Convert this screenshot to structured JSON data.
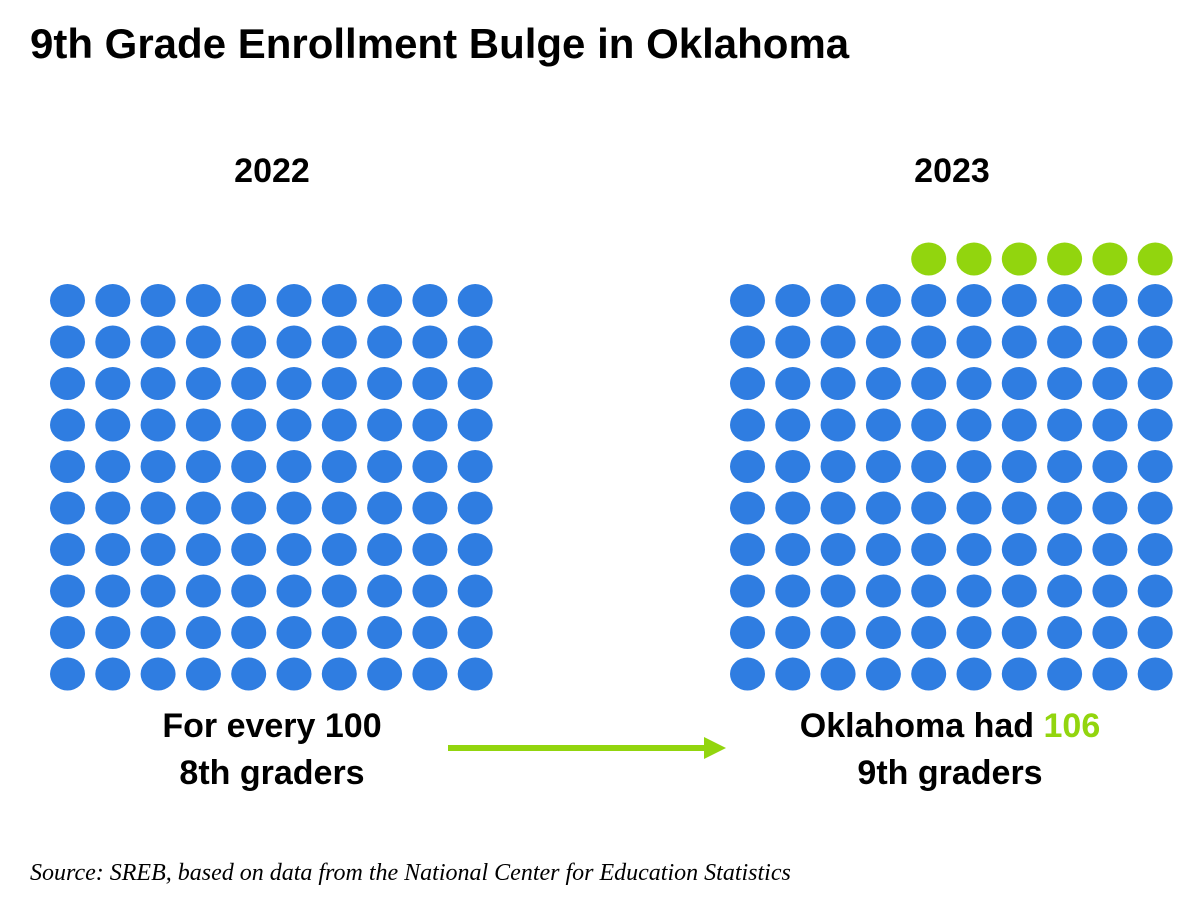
{
  "title": "9th Grade Enrollment Bulge in Oklahoma",
  "chart_data": {
    "type": "waffle",
    "title": "9th Grade Enrollment Bulge in Oklahoma",
    "units_per_dot": 1,
    "panels": [
      {
        "year": "2022",
        "value": 100,
        "extra": 0,
        "caption_line1": "For every 100",
        "caption_line2": "8th graders"
      },
      {
        "year": "2023",
        "value": 106,
        "extra": 6,
        "caption_prefix": "Oklahoma had ",
        "caption_highlight": "106",
        "caption_line2": "9th graders"
      }
    ],
    "colors": {
      "base": "#2f7de1",
      "extra": "#92d50e",
      "arrow": "#92d50e"
    }
  },
  "source": "Source: SREB, based on data from the National Center for Education Statistics"
}
